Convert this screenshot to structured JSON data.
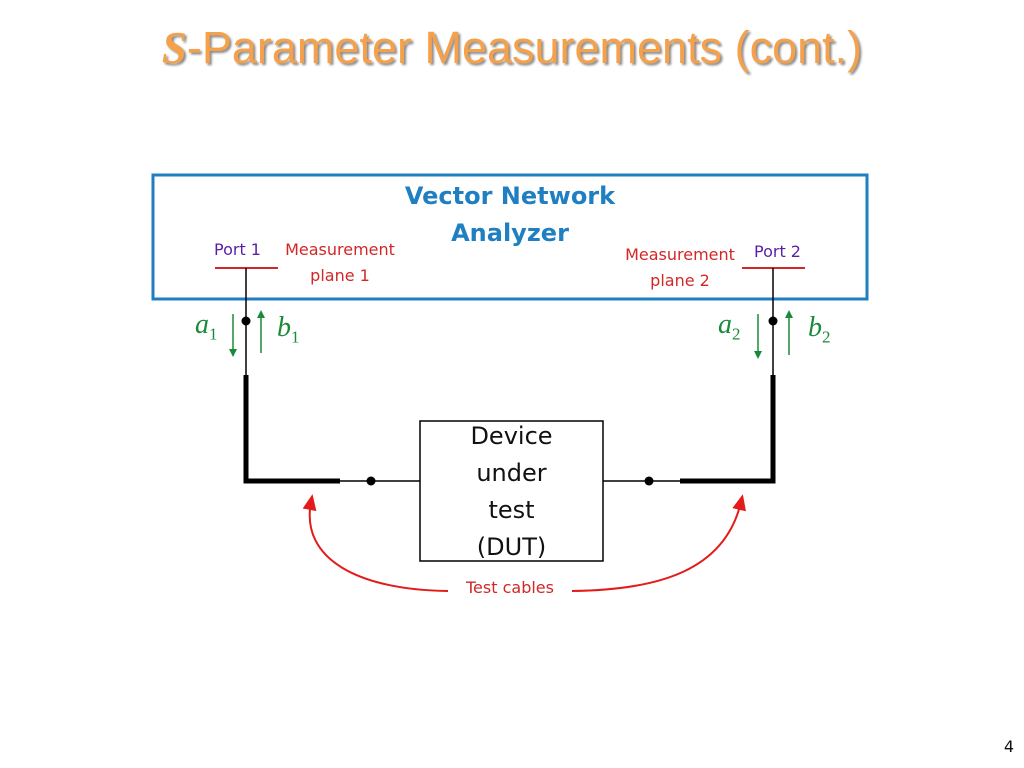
{
  "title": {
    "prefix": "S",
    "rest": "-Parameter Measurements (cont.)"
  },
  "analyzer": {
    "line1": "Vector Network",
    "line2": "Analyzer"
  },
  "port1": {
    "label": "Port 1",
    "plane_line1": "Measurement",
    "plane_line2": "plane 1"
  },
  "port2": {
    "label": "Port 2",
    "plane_line1": "Measurement",
    "plane_line2": "plane 2"
  },
  "waves": {
    "a1": {
      "letter": "a",
      "sub": "1"
    },
    "b1": {
      "letter": "b",
      "sub": "1"
    },
    "a2": {
      "letter": "a",
      "sub": "2"
    },
    "b2": {
      "letter": "b",
      "sub": "2"
    }
  },
  "dut": {
    "line1": "Device",
    "line2": "under",
    "line3": "test",
    "line4": "(DUT)"
  },
  "cables_label": "Test cables",
  "page_number": "4",
  "colors": {
    "title": "#f5a04a",
    "analyzer_box": "#1f7fc1",
    "port_label": "#5a1ea6",
    "measurement_plane": "#d12727",
    "wave_arrows": "#1a8a3a",
    "cable_arrows": "#e31b1b"
  }
}
